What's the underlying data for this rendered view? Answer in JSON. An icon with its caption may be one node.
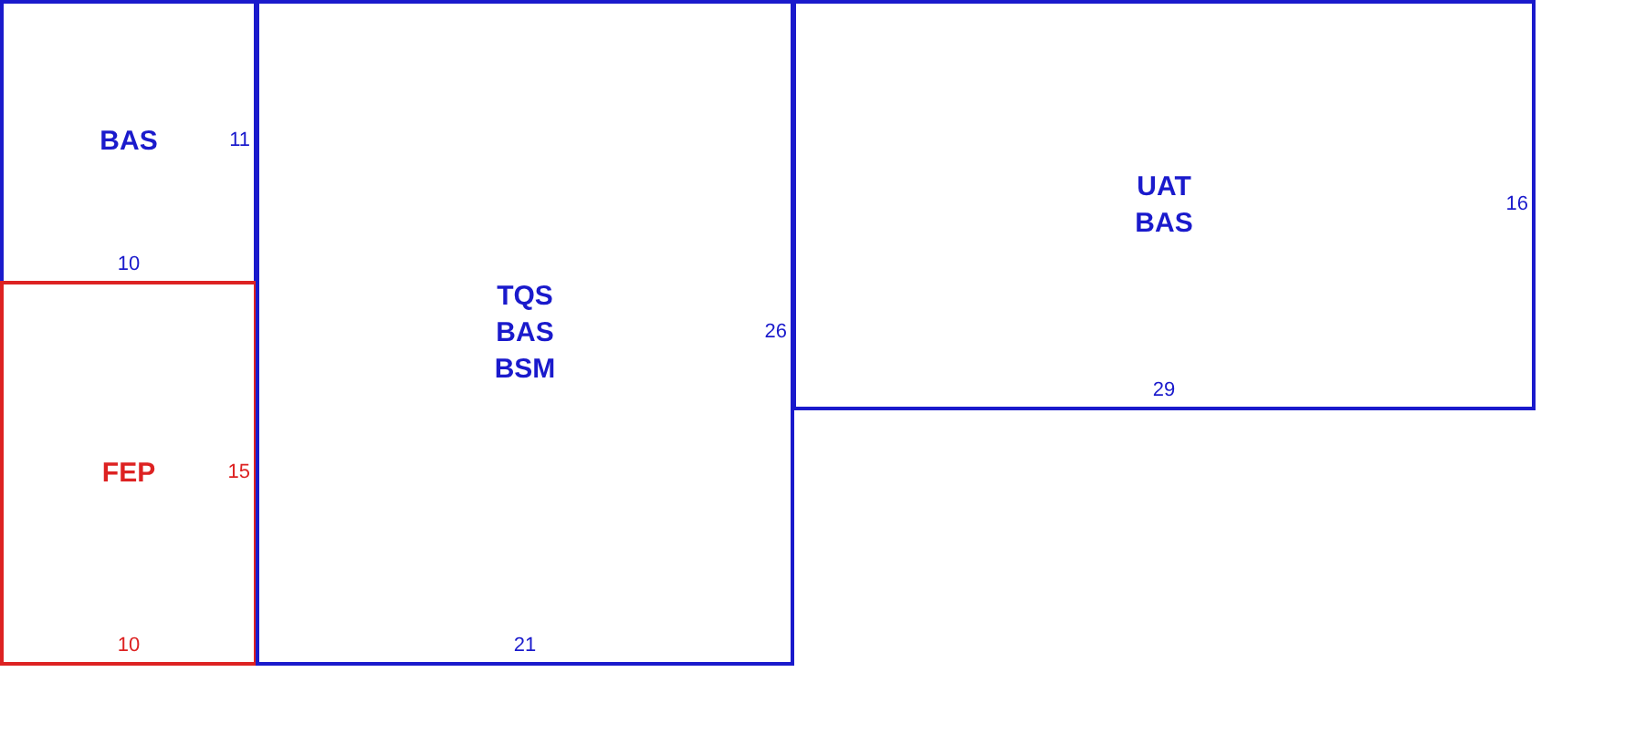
{
  "diagram": {
    "nodes": [
      {
        "text": [
          "BAS",
          "11",
          "10"
        ]
      },
      {
        "text": [
          "FEP",
          "15",
          "10"
        ]
      },
      {
        "text": [
          "TQS",
          "BAS",
          "BSM",
          "26",
          "21"
        ]
      },
      {
        "text": [
          "UAT",
          "BAS",
          "16",
          "29"
        ]
      }
    ]
  }
}
